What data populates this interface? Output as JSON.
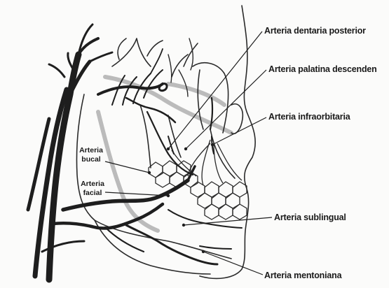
{
  "labels": {
    "dentaria_posterior": "Arteria dentaria posterior",
    "palatina_descendente": "Arteria palatina descenden",
    "infraorbitaria": "Arteria infraorbitaria",
    "bucal_line1": "Arteria",
    "bucal_line2": "bucal",
    "facial_line1": "Arteria",
    "facial_line2": "facial",
    "sublingual": "Arteria sublingual",
    "mentoniana": "Arteria mentoniana"
  },
  "colors": {
    "vessel": "#1e1e1e",
    "outline": "#2a2a2a",
    "shadow": "#9a9a9a",
    "background": "#fbfbfa"
  }
}
